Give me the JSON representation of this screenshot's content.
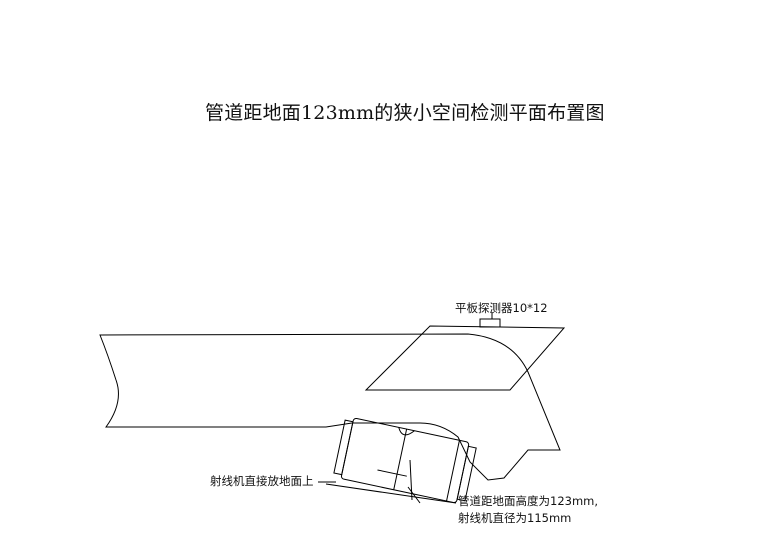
{
  "title": "管道距地面123mm的狭小空间检测平面布置图",
  "labels": {
    "detector": "平板探测器10*12",
    "source_on_ground": "射线机直接放地面上",
    "pipe_height": "管道距地面高度为123mm,",
    "source_diameter": "射线机直径为115mm"
  },
  "colors": {
    "line": "#000000",
    "background": "#ffffff"
  }
}
